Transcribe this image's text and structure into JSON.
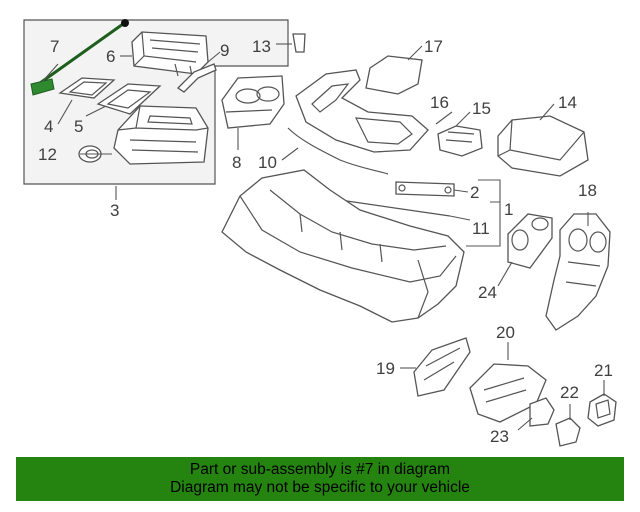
{
  "callouts": {
    "c1": "1",
    "c2": "2",
    "c3": "3",
    "c4": "4",
    "c5": "5",
    "c6": "6",
    "c7": "7",
    "c8": "8",
    "c9": "9",
    "c10": "10",
    "c11": "11",
    "c12": "12",
    "c13": "13",
    "c14": "14",
    "c15": "15",
    "c16": "16",
    "c17": "17",
    "c18": "18",
    "c19": "19",
    "c20": "20",
    "c21": "21",
    "c22": "22",
    "c23": "23",
    "c24": "24"
  },
  "banner": {
    "line1": "Part or sub-assembly is #7 in diagram",
    "line2": "Diagram may not be specific to your vehicle"
  },
  "colors": {
    "highlight": "#2f8a2f",
    "banner_bg": "#24840f"
  }
}
